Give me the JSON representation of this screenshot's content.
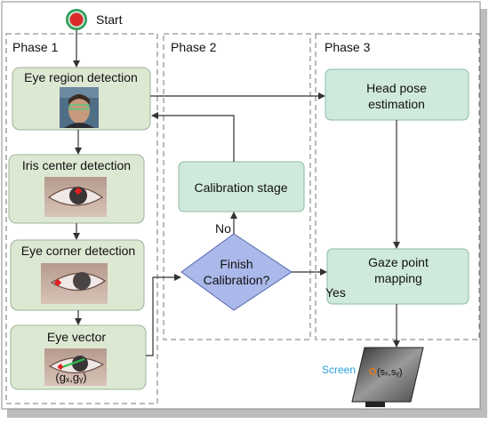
{
  "start_label": "Start",
  "phases": {
    "phase1": "Phase 1",
    "phase2": "Phase 2",
    "phase3": "Phase 3"
  },
  "phase1_steps": {
    "eye_region": "Eye region detection",
    "iris_center": "Iris center detection",
    "eye_corner": "Eye corner detection",
    "eye_vector": "Eye vector",
    "eye_vector_formula": "(gₓ,gᵧ)"
  },
  "phase2": {
    "calibration_stage": "Calibration stage",
    "decision_line1": "Finish",
    "decision_line2": "Calibration?",
    "no_label": "No",
    "yes_label": "Yes"
  },
  "phase3": {
    "head_pose_line1": "Head pose",
    "head_pose_line2": "estimation",
    "gaze_line1": "Gaze point",
    "gaze_line2": "mapping",
    "screen_label": "Screen",
    "screen_point": "(sₓ,sᵧ)"
  },
  "colors": {
    "phase1_box_fill": "#dde8d3",
    "phase_box_fill": "#cfeadd",
    "decision_fill": "#aab8ea",
    "start_outer": "#2d9b57",
    "start_inner": "#dc2a2a",
    "screen_label_color": "#2aa0dd",
    "arrow": "#333333"
  }
}
